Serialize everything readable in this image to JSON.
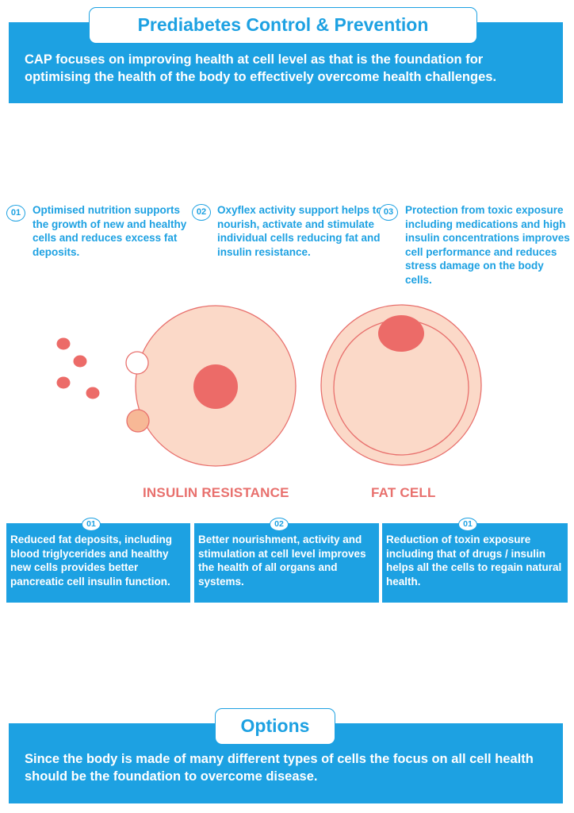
{
  "header": {
    "title": "Prediabetes Control & Prevention",
    "intro": "CAP focuses on improving health at cell level as that is the foundation for optimising the health of the body to effectively overcome health challenges."
  },
  "steps": [
    {
      "num": "01",
      "text": "Optimised nutrition supports the growth of new and healthy cells and reduces excess fat deposits."
    },
    {
      "num": "02",
      "text": "Oxyflex activity support helps to nourish, activate and stimulate individual cells reducing fat and insulin resistance."
    },
    {
      "num": "03",
      "text": "Protection from toxic exposure including medications and high insulin concentrations improves cell performance and reduces stress damage  on the body cells."
    }
  ],
  "cells": {
    "left_label": "INSULIN RESISTANCE",
    "right_label": "FAT CELL"
  },
  "outcomes": [
    {
      "num": "01",
      "text": "Reduced fat deposits, including blood triglycerides  and healthy new cells provides better pancreatic cell insulin function."
    },
    {
      "num": "02",
      "text": "Better nourishment, activity and stimulation at cell level improves the health of all organs and systems."
    },
    {
      "num": "01",
      "text": "Reduction of toxin exposure including that of drugs / insulin helps all the cells to regain natural health."
    }
  ],
  "options": {
    "title": "Options",
    "text": "Since the body is made of many different types of cells the focus on all cell health should be the  foundation to overcome disease."
  },
  "colors": {
    "primary_blue": "#1da1e2",
    "cell_fill": "#fbd9c8",
    "cell_outline": "#e8706d",
    "nucleus": "#ec6b68",
    "label_red": "#e8706d"
  }
}
